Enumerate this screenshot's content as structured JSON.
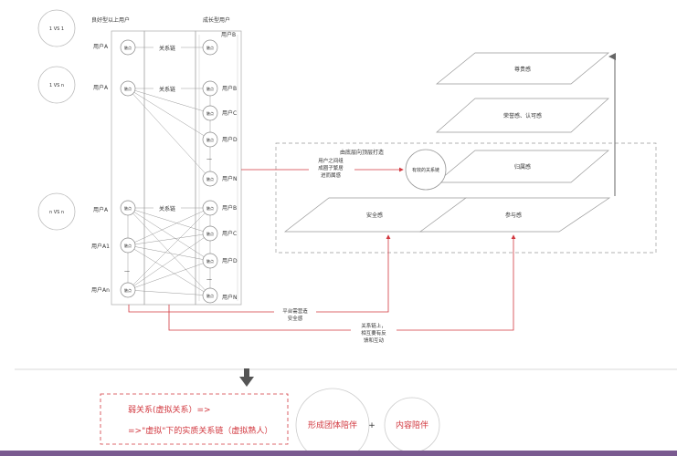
{
  "left_labels": {
    "one_vs_one": "1 VS 1",
    "one_vs_n": "1 VS n",
    "n_vs_n": "n VS n"
  },
  "columns": {
    "good_users": "良好型以上用户",
    "growth_users": "成长型用户"
  },
  "users": {
    "a": "用户A",
    "a1": "用户A1",
    "an": "用户An",
    "b": "用户B",
    "c": "用户C",
    "d": "用户D",
    "n": "用户N",
    "dash": "—"
  },
  "node_label": "触点",
  "relation_chain": "关系链",
  "middle": {
    "title": "由底层向顶层打造",
    "process": [
      "用户之间组",
      "成圈子繁居",
      "进而属感"
    ],
    "effective": "有效的关系链"
  },
  "layers": {
    "respect": "尊贵感",
    "honor": "荣誉感、认可感",
    "belonging": "归属感",
    "security": "安全感",
    "participation": "参与感"
  },
  "annotations": {
    "platform": [
      "平台需营造",
      "安全感"
    ],
    "chain": [
      "关系链上，",
      "相互要有反",
      "馈和互动"
    ]
  },
  "bottom": {
    "weak_relation": "弱关系(虚拟关系）=>",
    "real_chain": "=>\"虚拟\"下的实质关系链（虚拟熟人）",
    "group": "形成团体陪伴",
    "plus": "+",
    "content": "内容陪伴"
  },
  "colors": {
    "accent": "#d2383f",
    "line": "#9a9a9a"
  }
}
